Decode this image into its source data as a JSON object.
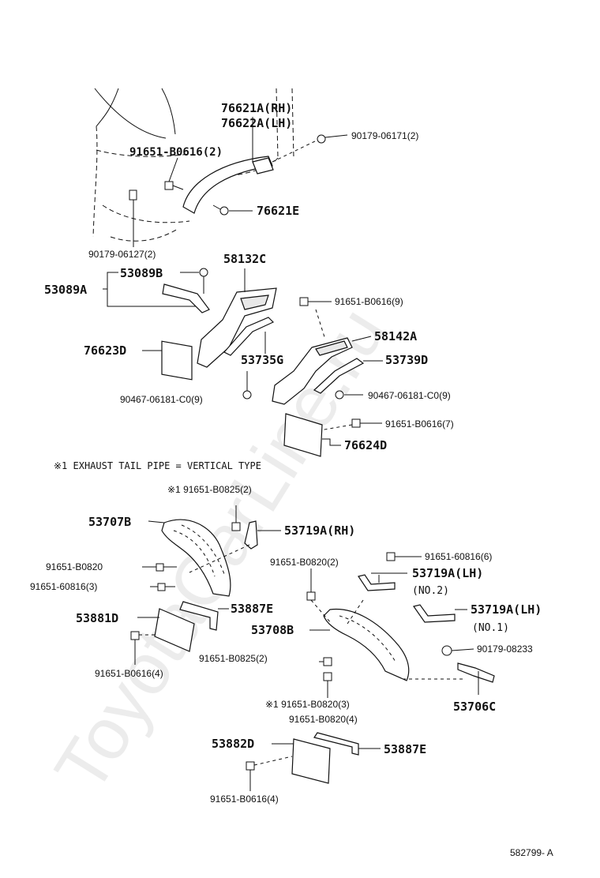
{
  "watermark": "ToyotaCarLine.ru",
  "note": "※1 EXHAUST TAIL PIPE = VERTICAL TYPE",
  "diagram_code": "582799- A",
  "labels": {
    "p76621A": "76621A(RH)",
    "p76622A": "76622A(LH)",
    "p90179_06171": "90179-06171(2)",
    "p91651_B0616_2": "91651-B0616(2)",
    "p76621E": "76621E",
    "p90179_06127": "90179-06127(2)",
    "p58132C": "58132C",
    "p53089B": "53089B",
    "p53089A": "53089A",
    "p91651_B0616_9": "91651-B0616(9)",
    "p58142A": "58142A",
    "p76623D": "76623D",
    "p53735G": "53735G",
    "p53739D": "53739D",
    "p90467_left": "90467-06181-C0(9)",
    "p90467_right": "90467-06181-C0(9)",
    "p91651_B0616_7": "91651-B0616(7)",
    "p76624D": "76624D",
    "p91651_B0825_2_top": "※1 91651-B0825(2)",
    "p53707B": "53707B",
    "p53719A_RH": "53719A(RH)",
    "p91651_B0820_left": "91651-B0820",
    "p91651_60816_3": "91651-60816(3)",
    "p91651_B0820_2": "91651-B0820(2)",
    "p91651_60816_6": "91651-60816(6)",
    "p53719A_LH_1": "53719A(LH)",
    "p_no2": "(NO.2)",
    "p53719A_LH_2": "53719A(LH)",
    "p_no1": "(NO.1)",
    "p53881D": "53881D",
    "p53887E_top": "53887E",
    "p53708B": "53708B",
    "p90179_08233": "90179-08233",
    "p91651_B0616_4_left": "91651-B0616(4)",
    "p91651_B0825_2_mid": "91651-B0825(2)",
    "p91651_B0820_3": "※1 91651-B0820(3)",
    "p91651_B0820_4": "91651-B0820(4)",
    "p53706C": "53706C",
    "p53882D": "53882D",
    "p53887E_bottom": "53887E",
    "p91651_B0616_4_bottom": "91651-B0616(4)"
  }
}
